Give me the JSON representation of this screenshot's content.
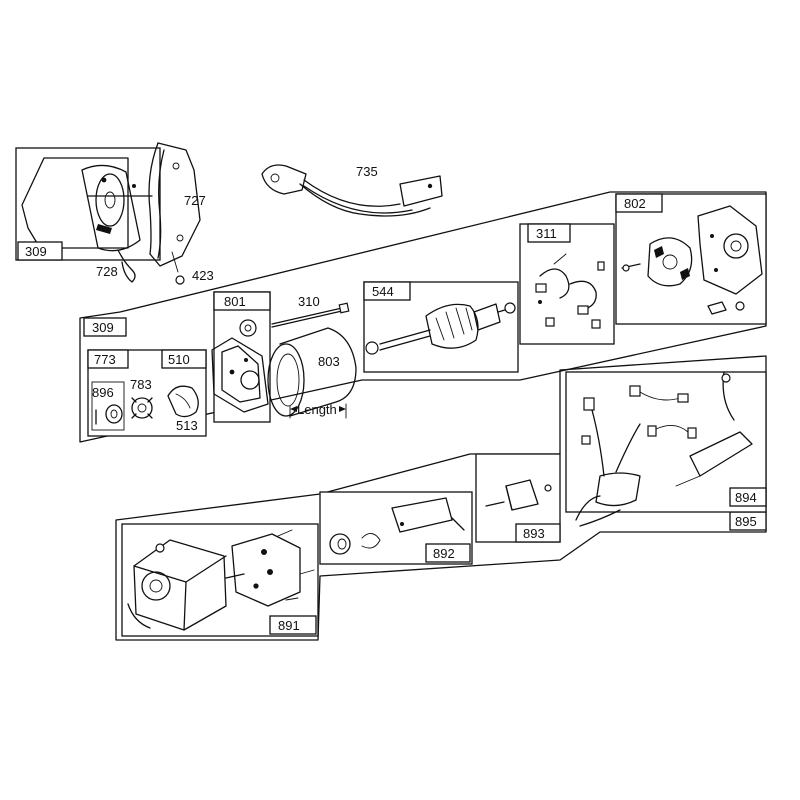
{
  "diagram": {
    "colors": {
      "ink": "#111111",
      "paper": "#ffffff"
    },
    "labels": {
      "p309_top": "309",
      "p727": "727",
      "p728": "728",
      "p423": "423",
      "p735": "735",
      "p309_group": "309",
      "p801": "801",
      "p310": "310",
      "p544": "544",
      "p311": "311",
      "p802": "802",
      "p773": "773",
      "p510": "510",
      "p783": "783",
      "p896": "896",
      "p513": "513",
      "p803": "803",
      "length": "Length",
      "p891": "891",
      "p892": "892",
      "p893": "893",
      "p894": "894",
      "p895": "895"
    }
  }
}
